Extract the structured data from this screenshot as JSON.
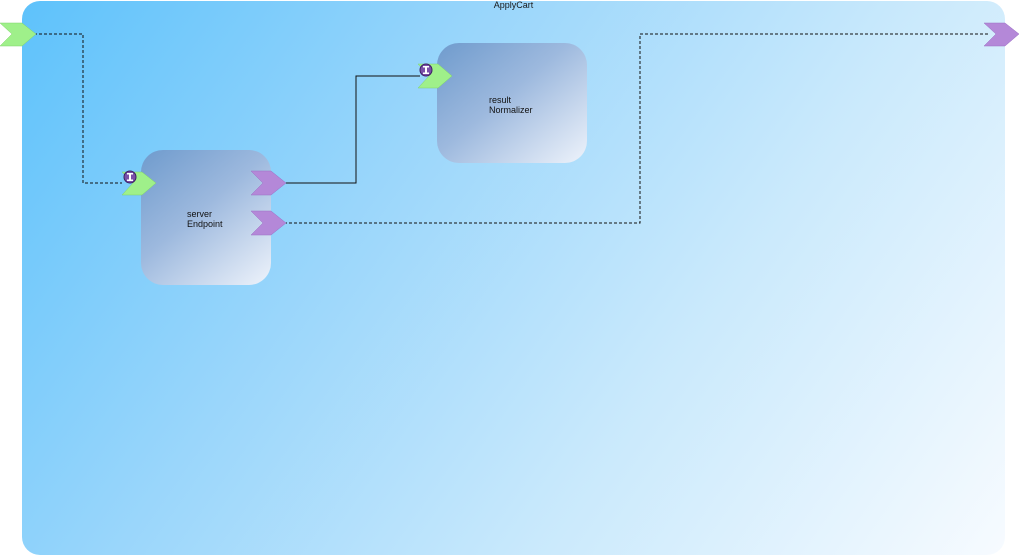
{
  "diagram": {
    "title": "ApplyCart",
    "nodes": [
      {
        "id": "server-endpoint",
        "label_line1": "server",
        "label_line2": "Endpoint"
      },
      {
        "id": "result-normalizer",
        "label_line1": "result",
        "label_line2": "Normalizer"
      }
    ],
    "ports": {
      "input_color": "#9ff08a",
      "output_color": "#b488d8",
      "interface_icon": "info-badge-icon"
    },
    "connections": [
      {
        "from": "ApplyCart.input",
        "to": "server-endpoint.input",
        "style": "dashed"
      },
      {
        "from": "server-endpoint.output1",
        "to": "result-normalizer.input",
        "style": "solid"
      },
      {
        "from": "server-endpoint.output2",
        "to": "ApplyCart.output",
        "style": "dashed"
      }
    ]
  }
}
